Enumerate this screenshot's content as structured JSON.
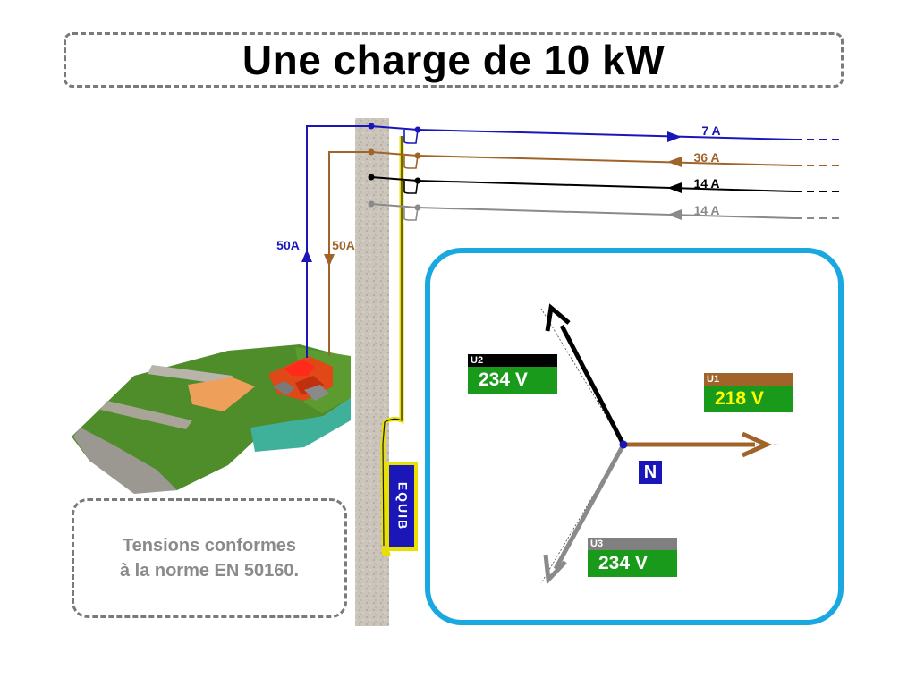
{
  "title": "Une charge de 10 kW",
  "note": "Tensions conformes\nà la norme EN 50160.",
  "device_label": "EQUIB",
  "neutral_label": "N",
  "branch_currents": {
    "blue": "50A",
    "brown": "50A"
  },
  "lines": [
    {
      "label": "7 A",
      "color": "#1a16b8"
    },
    {
      "label": "36 A",
      "color": "#a0642a"
    },
    {
      "label": "14 A",
      "color": "#000000"
    },
    {
      "label": "14 A",
      "color": "#8a8a8a"
    }
  ],
  "phasors": {
    "u1": {
      "label": "U1",
      "value": "218 V",
      "header_color": "#a0642a",
      "value_color": "#ffff00"
    },
    "u2": {
      "label": "U2",
      "value": "234 V",
      "header_color": "#000000",
      "value_color": "#ffffff"
    },
    "u3": {
      "label": "U3",
      "value": "234 V",
      "header_color": "#808080",
      "value_color": "#ffffff"
    }
  },
  "colors": {
    "panel_border": "#1aa8e0",
    "device_border": "#ffff00",
    "device_fill": "#1a16b8"
  }
}
